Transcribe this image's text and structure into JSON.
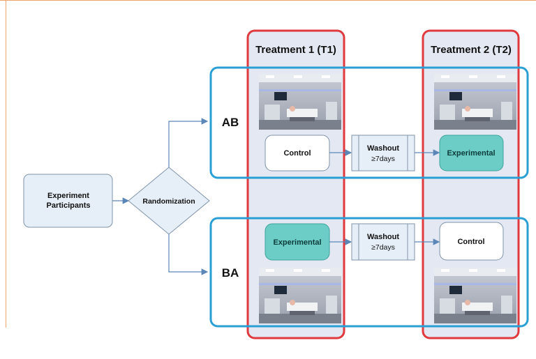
{
  "treatments": [
    {
      "label": "Treatment 1 (T1)"
    },
    {
      "label": "Treatment 2 (T2)"
    }
  ],
  "participants": {
    "label_line1": "Experiment",
    "label_line2": "Participants"
  },
  "randomization": {
    "label": "Randomization"
  },
  "sequences": [
    {
      "label": "AB",
      "t1": "Control",
      "washout_line1": "Washout",
      "washout_line2": "≥7days",
      "t2": "Experimental"
    },
    {
      "label": "BA",
      "t1": "Experimental",
      "washout_line1": "Washout",
      "washout_line2": "≥7days",
      "t2": "Control"
    }
  ],
  "colors": {
    "treatment_border": "#e03a3e",
    "treatment_fill": "#e3e8f3",
    "sequence_border": "#2a9fd6",
    "box_fill": "#e6eef7",
    "box_border": "#7f93a8",
    "experimental_fill": "#6cccc6",
    "arrow": "#5a86b8"
  },
  "photo_caption": ""
}
